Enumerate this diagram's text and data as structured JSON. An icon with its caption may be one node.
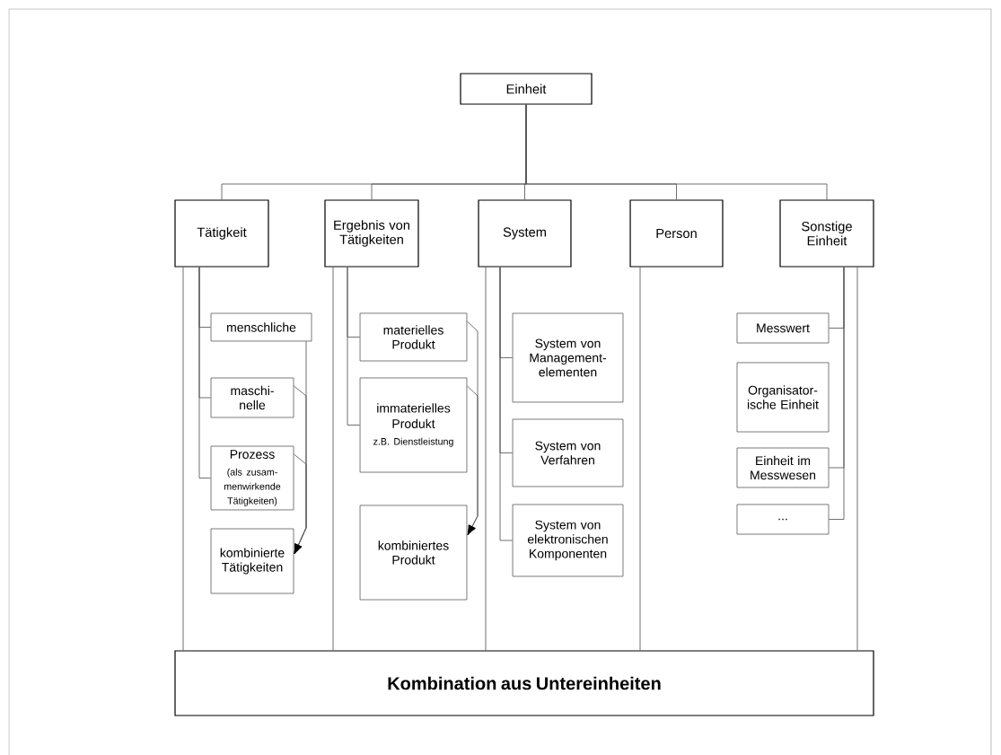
{
  "diagram": {
    "nodes": [
      {
        "text": [
          "Einheit"
        ]
      },
      {
        "text": [
          "Tätigkeit"
        ]
      },
      {
        "text": [
          "Ergebnis von Tätigkeiten"
        ]
      },
      {
        "text": [
          "System"
        ]
      },
      {
        "text": [
          "Person"
        ]
      },
      {
        "text": [
          "Sonstige Einheit"
        ]
      },
      {
        "text": [
          "menschliche"
        ]
      },
      {
        "text": [
          "maschi- nelle"
        ]
      },
      {
        "text": [
          "Prozess",
          "(als zusam- menwirkende Tätigkeiten)"
        ]
      },
      {
        "text": [
          "kombinierte Tätigkeiten"
        ]
      },
      {
        "text": [
          "materielles Produkt"
        ]
      },
      {
        "text": [
          "immaterielles Produkt",
          "z.B. Dienstleistung"
        ]
      },
      {
        "text": [
          "kombiniertes Produkt"
        ]
      },
      {
        "text": [
          "System von Management- elementen"
        ]
      },
      {
        "text": [
          "System von Verfahren"
        ]
      },
      {
        "text": [
          "System von elektronischen Komponenten"
        ]
      },
      {
        "text": [
          "Messwert"
        ]
      },
      {
        "text": [
          "Organisator- ische Einheit"
        ]
      },
      {
        "text": [
          "Einheit im Messwesen"
        ]
      },
      {
        "text": [
          "..."
        ]
      },
      {
        "text": [
          "Kombination aus Untereinheiten"
        ]
      }
    ],
    "edges": [
      {
        "from": 0,
        "to": 1,
        "arrow": "none"
      },
      {
        "from": 0,
        "to": 2,
        "arrow": "none"
      },
      {
        "from": 0,
        "to": 3,
        "arrow": "none"
      },
      {
        "from": 0,
        "to": 4,
        "arrow": "none"
      },
      {
        "from": 0,
        "to": 5,
        "arrow": "none"
      },
      {
        "from": 1,
        "to": 6,
        "arrow": "none"
      },
      {
        "from": 1,
        "to": 7,
        "arrow": "none"
      },
      {
        "from": 1,
        "to": 8,
        "arrow": "none"
      },
      {
        "from": 6,
        "to": 9,
        "arrow": "to"
      },
      {
        "from": 7,
        "to": 9,
        "arrow": "to"
      },
      {
        "from": 8,
        "to": 9,
        "arrow": "to"
      },
      {
        "from": 2,
        "to": 10,
        "arrow": "none"
      },
      {
        "from": 2,
        "to": 11,
        "arrow": "none"
      },
      {
        "from": 10,
        "to": 12,
        "arrow": "to"
      },
      {
        "from": 11,
        "to": 12,
        "arrow": "to"
      },
      {
        "from": 3,
        "to": 13,
        "arrow": "none"
      },
      {
        "from": 3,
        "to": 14,
        "arrow": "none"
      },
      {
        "from": 3,
        "to": 15,
        "arrow": "none"
      },
      {
        "from": 5,
        "to": 16,
        "arrow": "none"
      },
      {
        "from": 5,
        "to": 18,
        "arrow": "none"
      },
      {
        "from": 5,
        "to": 19,
        "arrow": "none"
      },
      {
        "from": 1,
        "to": 20,
        "arrow": "none"
      },
      {
        "from": 2,
        "to": 20,
        "arrow": "none"
      },
      {
        "from": 3,
        "to": 20,
        "arrow": "none"
      },
      {
        "from": 4,
        "to": 20,
        "arrow": "none"
      },
      {
        "from": 5,
        "to": 20,
        "arrow": "none"
      }
    ]
  }
}
